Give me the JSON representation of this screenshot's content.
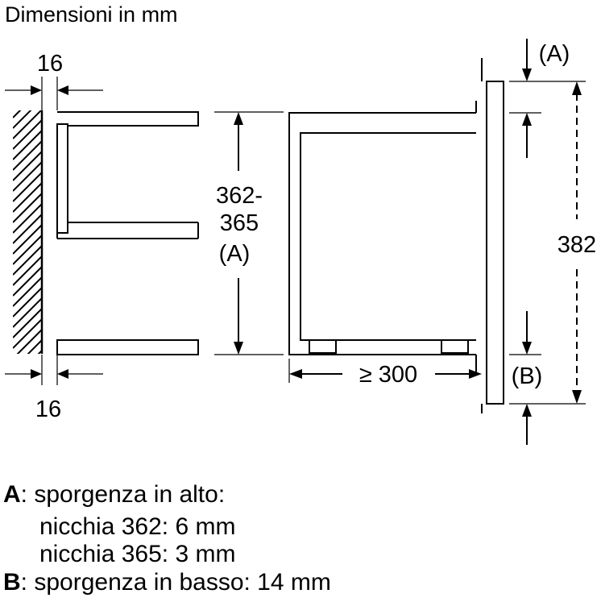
{
  "title": "Dimensioni in mm",
  "dimensions": {
    "wall_top": "16",
    "wall_bottom": "16",
    "niche_height_line1": "362-",
    "niche_height_line2": "365",
    "niche_height_ref": "(A)",
    "depth": "≥ 300",
    "height_total": "382",
    "top_ref": "(A)",
    "bottom_ref": "(B)"
  },
  "legend": {
    "a_key": "A",
    "a_text": ": sporgenza in alto:",
    "a_line2": "nicchia 362: 6 mm",
    "a_line3": "nicchia 365: 3 mm",
    "b_key": "B",
    "b_text": ": sporgenza in basso: 14 mm"
  }
}
